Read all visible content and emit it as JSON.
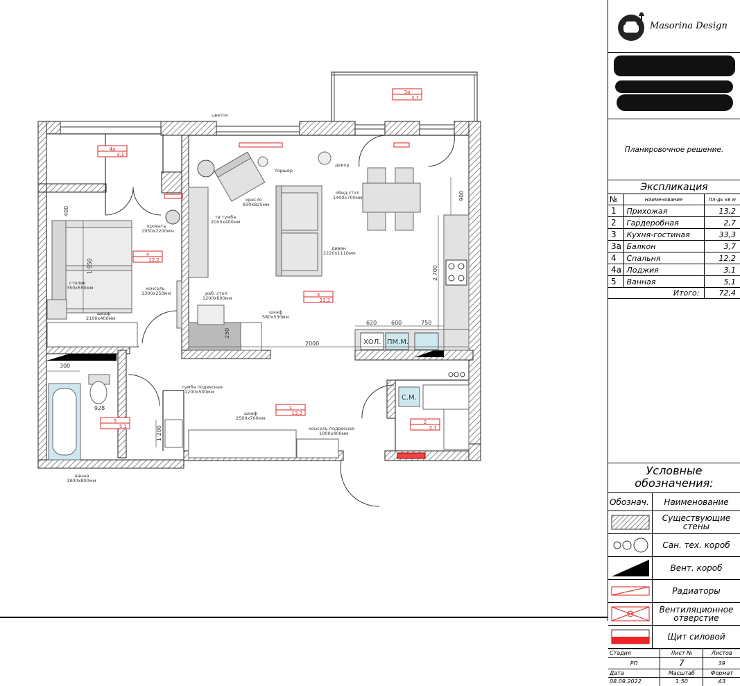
{
  "brand": {
    "name": "Masorina Design"
  },
  "sheet": {
    "title": "Планировочное решение."
  },
  "explication": {
    "title": "Экспликация",
    "headers": {
      "num": "№",
      "name": "Наименование",
      "area": "Пл-дь кв м"
    },
    "rows": [
      {
        "num": "1",
        "name": "Прихожая",
        "area": "13,2"
      },
      {
        "num": "2",
        "name": "Гардеробная",
        "area": "2,7"
      },
      {
        "num": "3",
        "name": "Кухня-гостиная",
        "area": "33,3"
      },
      {
        "num": "3а",
        "name": "Балкон",
        "area": "3,7"
      },
      {
        "num": "4",
        "name": "Спальня",
        "area": "12,2"
      },
      {
        "num": "4а",
        "name": "Лоджия",
        "area": "3,1"
      },
      {
        "num": "5",
        "name": "Ванная",
        "area": "5,1"
      }
    ],
    "total_label": "Итого:",
    "total_value": "72,4"
  },
  "legend": {
    "title_line1": "Условные",
    "title_line2": "обозначения:",
    "col_symbol": "Обознач.",
    "col_name": "Наименование",
    "items": [
      {
        "icon": "hatched-wall-icon",
        "line1": "Существующие",
        "line2": "стены"
      },
      {
        "icon": "plumbing-shaft-icon",
        "line1": "Сан. тех. короб",
        "line2": ""
      },
      {
        "icon": "vent-shaft-icon",
        "line1": "Вент. короб",
        "line2": ""
      },
      {
        "icon": "radiator-icon",
        "line1": "Радиаторы",
        "line2": ""
      },
      {
        "icon": "vent-opening-icon",
        "line1": "Вентиляционное",
        "line2": "отверстие"
      },
      {
        "icon": "power-panel-icon",
        "line1": "Щит силовой",
        "line2": ""
      }
    ]
  },
  "stamp": {
    "h1": "Стадия",
    "h2": "Лист №",
    "h3": "Листов",
    "v1": "РП",
    "v2": "7",
    "v3": "39",
    "h4": "Дата",
    "h5": "Масштаб",
    "h6": "Формат",
    "v4": "08.09.2022",
    "v5": "1:50",
    "v6": "А3"
  },
  "plan": {
    "rooms": [
      {
        "id": "3a",
        "num": "3а",
        "area": "3,7"
      },
      {
        "id": "4a",
        "num": "4а",
        "area": "3,1"
      },
      {
        "id": "4",
        "num": "4",
        "area": "12,2"
      },
      {
        "id": "3",
        "num": "3",
        "area": "33,3"
      },
      {
        "id": "1",
        "num": "1",
        "area": "13,2"
      },
      {
        "id": "2",
        "num": "2",
        "area": "2,7"
      },
      {
        "id": "5",
        "num": "5",
        "area": "5,1"
      }
    ],
    "furniture": [
      {
        "id": "flower",
        "line1": "цветок",
        "line2": ""
      },
      {
        "id": "torsher",
        "line1": "торшер",
        "line2": ""
      },
      {
        "id": "dekor",
        "line1": "декор",
        "line2": ""
      },
      {
        "id": "armchair",
        "line1": "кресло",
        "line2": "830x825мм"
      },
      {
        "id": "dining",
        "line1": "обед.стол",
        "line2": "1400x700мм"
      },
      {
        "id": "bed",
        "line1": "кровать",
        "line2": "1950x2200мм"
      },
      {
        "id": "tv",
        "line1": "тв тумба",
        "line2": "2000x400мм"
      },
      {
        "id": "sofa",
        "line1": "диван",
        "line2": "2220x1110мм"
      },
      {
        "id": "nightstand",
        "line1": "столик",
        "line2": "350x550мм"
      },
      {
        "id": "console",
        "line1": "консоль",
        "line2": "1300x250мм"
      },
      {
        "id": "desk",
        "line1": "раб. стол",
        "line2": "1200x600мм"
      },
      {
        "id": "cabinet",
        "line1": "шкаф",
        "line2": "580x530мм"
      },
      {
        "id": "wardrobe-bed",
        "line1": "шкаф",
        "line2": "2100x400мм"
      },
      {
        "id": "vanity",
        "line1": "тумба подвесная",
        "line2": "1200x500мм"
      },
      {
        "id": "hall-wardrobe",
        "line1": "шкаф",
        "line2": "2500x700мм"
      },
      {
        "id": "hall-console",
        "line1": "консоль подвесная",
        "line2": "1000x400мм"
      },
      {
        "id": "bath",
        "line1": "ванна",
        "line2": "1800x800мм"
      }
    ],
    "appliances": {
      "fridge": "ХОЛ.",
      "dishwasher": "ПМ.М.",
      "washer": "С.М."
    },
    "dims": {
      "d900": "900",
      "d2700": "2 700",
      "d400": "400",
      "d1950": "1 950",
      "d620": "620",
      "d600": "600",
      "d750": "750",
      "d2000": "2000",
      "d250": "250",
      "d300": "300",
      "d928": "928",
      "d1200": "1 200"
    }
  }
}
